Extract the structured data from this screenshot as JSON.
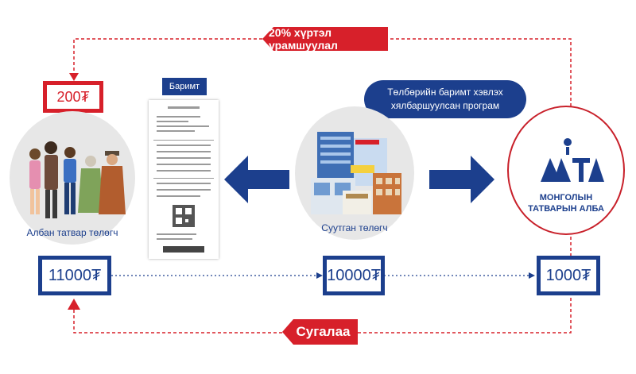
{
  "top_banner": {
    "text": "20% хүртэл урамшуулал"
  },
  "bottom_banner": {
    "text": "Сугалаа"
  },
  "reward_box": {
    "value": "200₮"
  },
  "boxes": {
    "left": "11000₮",
    "middle": "10000₮",
    "right": "1000₮"
  },
  "receipt": {
    "label": "Баримт"
  },
  "bubble": {
    "line1": "Төлбөрийн баримт хэвлэх",
    "line2": "хялбаршуулсан програм"
  },
  "circles": {
    "left_label": "Албан татвар төлөгч",
    "middle_label": "Суутган төлөгч"
  },
  "logo": {
    "letters": "МТА",
    "line1": "МОНГОЛЫН",
    "line2": "ТАТВАРЫН АЛБА"
  },
  "colors": {
    "red": "#d7202a",
    "navy": "#1c3f8d",
    "grey": "#e7e7e7"
  }
}
